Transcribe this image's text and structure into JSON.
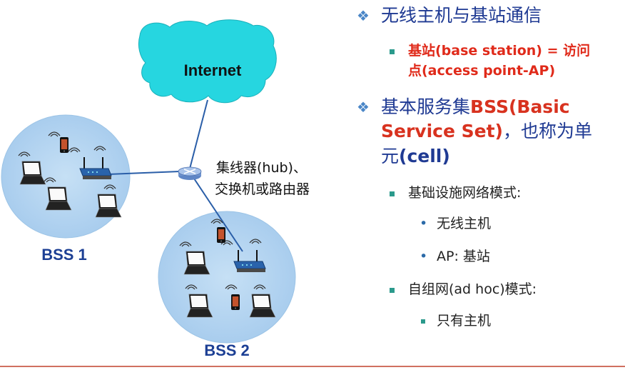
{
  "diagram": {
    "cloud_label": "Internet",
    "hub_label_line1": "集线器(hub)、",
    "hub_label_line2": "交换机或路由器",
    "bss1_label": "BSS 1",
    "bss2_label": "BSS 2"
  },
  "bullets": {
    "b1": "无线主机与基站通信",
    "b1_sub_red": "基站(base station) = 访问",
    "b1_sub_red2": "点(access point-AP)",
    "b2_prefix": "基本服务集",
    "b2_red": "BSS(Basic",
    "b2_red2": "Service Set)",
    "b2_suffix": "，也称为单",
    "b2_line3_prefix": "元",
    "b2_line3_bold": "(cell)",
    "b2_sub1": "基础设施网络模式:",
    "b2_sub1_a": "无线主机",
    "b2_sub1_b": "AP: 基站",
    "b2_sub2": "自组网(ad hoc)模式:",
    "b2_sub2_a": "只有主机"
  },
  "colors": {
    "cloud": "#26d6e0",
    "bss_fill": "#b9d8f2",
    "title_blue": "#1f3a93",
    "accent_red": "#e02a1a",
    "square_teal": "#2b9a8c",
    "footer_line": "#d07060"
  },
  "icons": {
    "bullet_l1": "diamond-cluster-icon",
    "bullet_l2": "square-icon",
    "hub": "router-icon",
    "ap": "access-point-icon",
    "laptop": "laptop-icon",
    "phone": "phone-icon"
  }
}
